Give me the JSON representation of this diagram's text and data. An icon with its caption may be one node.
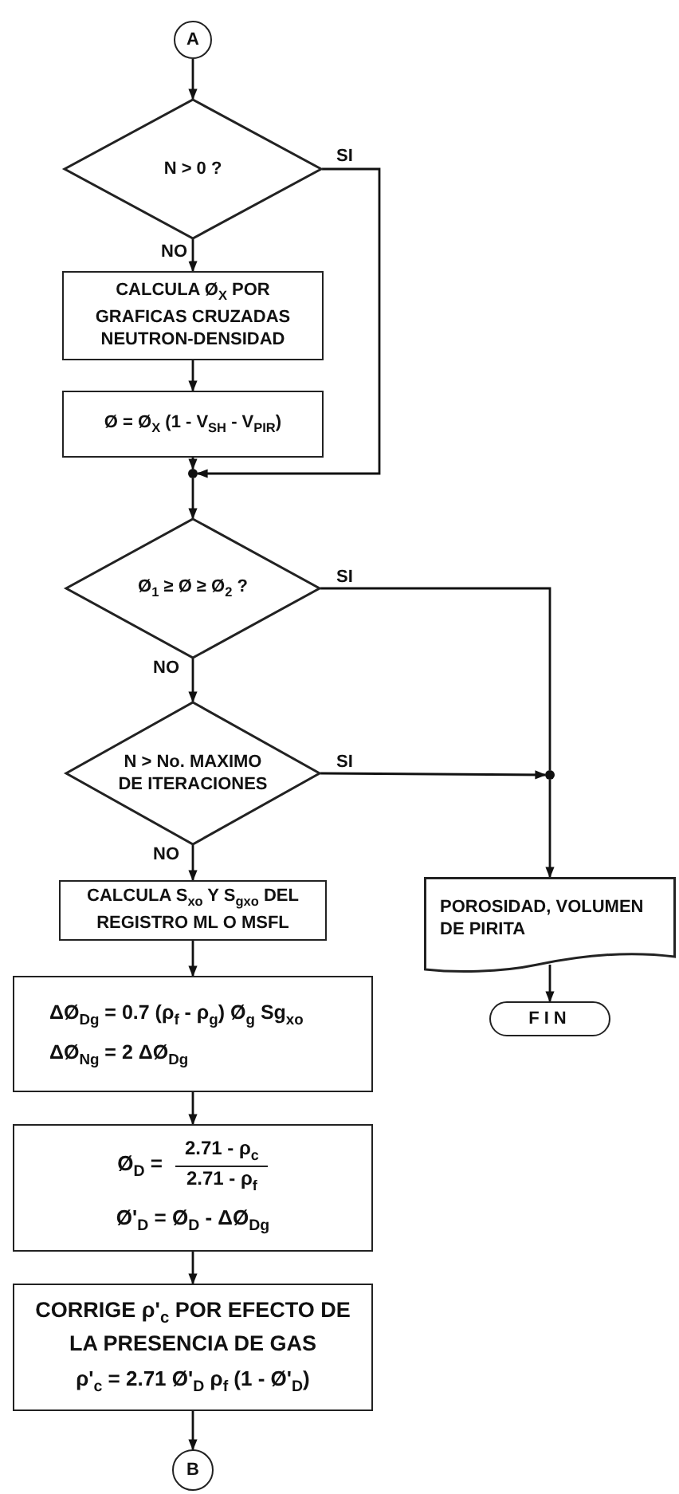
{
  "diagram": {
    "nodes": [
      {
        "text": [
          "A"
        ]
      },
      {
        "text": [
          "N > 0 ?"
        ]
      },
      {
        "text": [
          "CALCULA Ø$_{X}$ POR GRAFICAS CRUZADAS NEUTRON-DENSIDAD"
        ]
      },
      {
        "text": [
          "Ø = Ø$_{X}$ (1 - V$_{SH}$ - V$_{PIR}$)"
        ]
      },
      {
        "text": [],
        "shape": "circle"
      },
      {
        "text": [
          "Ø$_{1}$ ≥ Ø ≥ Ø$_{2}$ ?"
        ]
      },
      {
        "text": [
          "N > No. MAXIMO DE ITERACIONES"
        ]
      },
      {
        "text": [
          "CALCULA S$_{xo}$ Y S$_{gxo}$ DEL REGISTRO ML O MSFL"
        ]
      },
      {
        "text": [
          "ΔØ$_{Dg}$ = 0.7 (ρ$_{f}$ - ρ$_{g}$) Ø$_{g}$ Sg$_{xo}$",
          "ΔØ$_{Ng}$ = 2 ΔØ$_{Dg}$"
        ]
      },
      {
        "text": [
          "Ø$_{D}$ =",
          "2.71 - ρ$_{c}$",
          "2.71 - ρ$_{f}$",
          "Ø'$_{D}$ = Ø$_{D}$ - ΔØ$_{Dg}$"
        ]
      },
      {
        "text": [
          "CORRIGE ρ'$_{c}$ POR EFECTO DE LA PRESENCIA DE GAS",
          "ρ'$_{c}$ = 2.71 Ø'$_{D}$ ρ$_{f}$ (1 - Ø'$_{D}$)"
        ]
      },
      {
        "text": [
          "B"
        ]
      },
      {
        "text": [],
        "shape": "circle"
      },
      {
        "text": [
          "POROSIDAD, VOLUMEN DE PIRITA"
        ]
      },
      {
        "text": [
          "FIN"
        ]
      }
    ],
    "edges": [
      {
        "from": 0,
        "to": 1,
        "arrow": "to"
      },
      {
        "from": 1,
        "to": 2,
        "arrow": "to",
        "label": "NO"
      },
      {
        "from": 2,
        "to": 3,
        "arrow": "to"
      },
      {
        "from": 3,
        "to": 4,
        "arrow": "to"
      },
      {
        "from": 1,
        "to": 4,
        "arrow": "to",
        "label": "SI"
      },
      {
        "from": 4,
        "to": 5,
        "arrow": "to"
      },
      {
        "from": 5,
        "to": 6,
        "arrow": "to",
        "label": "NO"
      },
      {
        "from": 5,
        "to": 12,
        "arrow": "none",
        "label": "SI"
      },
      {
        "from": 6,
        "to": 12,
        "arrow": "to",
        "label": "SI"
      },
      {
        "from": 6,
        "to": 7,
        "arrow": "to",
        "label": "NO"
      },
      {
        "from": 7,
        "to": 8,
        "arrow": "to"
      },
      {
        "from": 8,
        "to": 9,
        "arrow": "to"
      },
      {
        "from": 9,
        "to": 10,
        "arrow": "to"
      },
      {
        "from": 10,
        "to": 11,
        "arrow": "to"
      },
      {
        "from": 12,
        "to": 13,
        "arrow": "to"
      },
      {
        "from": 13,
        "to": 14,
        "arrow": "to"
      }
    ]
  }
}
